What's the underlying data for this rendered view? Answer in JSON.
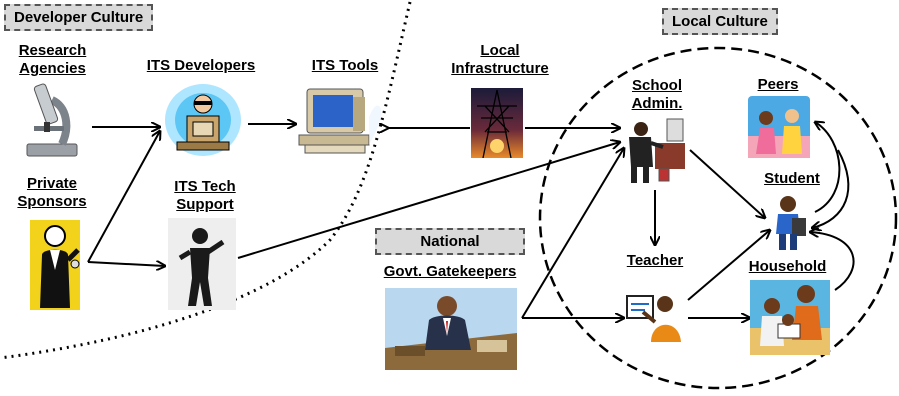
{
  "tags": {
    "developer_culture": "Developer Culture",
    "local_culture": "Local Culture",
    "national": "National"
  },
  "nodes": {
    "research_line1": "Research",
    "research_line2": "Agencies",
    "private_line1": "Private",
    "private_line2": "Sponsors",
    "its_developers": "ITS Developers",
    "its_tools": "ITS Tools",
    "its_tech_line1": "ITS Tech",
    "its_tech_line2": "Support",
    "local_infra_line1": "Local",
    "local_infra_line2": "Infrastructure",
    "govt_gatekeepers": "Govt. Gatekeepers",
    "school_admin_line1": "School",
    "school_admin_line2": "Admin.",
    "teacher": "Teacher",
    "peers": "Peers",
    "student": "Student",
    "household": "Household"
  },
  "icons": {
    "research": "microscope-icon",
    "private": "businessman-icon",
    "developers": "programmer-icon",
    "tools": "computer-icon",
    "tech_support": "silhouette-icon",
    "infrastructure": "power-tower-icon",
    "gatekeepers": "official-icon",
    "school_admin": "desk-admin-icon",
    "teacher": "teacher-icon",
    "peers": "peers-icon",
    "student": "student-icon",
    "household": "family-icon"
  }
}
